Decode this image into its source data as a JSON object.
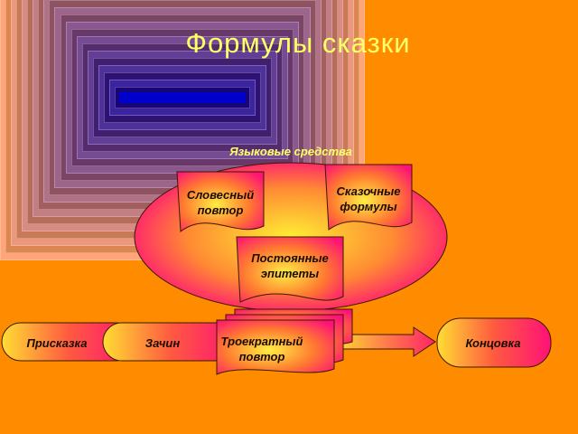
{
  "title": "Формулы сказки",
  "subtitle": "Языковые средства",
  "language_means": [
    {
      "line1": "Словесный",
      "line2": "повтор"
    },
    {
      "line1": "Сказочные",
      "line2": "формулы"
    },
    {
      "line1": "Постоянные",
      "line2": "эпитеты"
    }
  ],
  "flow": {
    "start": "Присказка",
    "beginning": "Зачин",
    "middle": {
      "line1": "Троекратный",
      "line2": "повтор"
    },
    "end": "Концовка"
  },
  "colors": {
    "background": "#ff8c00",
    "accent_text": "#ffff66",
    "shape_fill_center": "#ffee44",
    "shape_fill_edge": "#ff1177"
  }
}
